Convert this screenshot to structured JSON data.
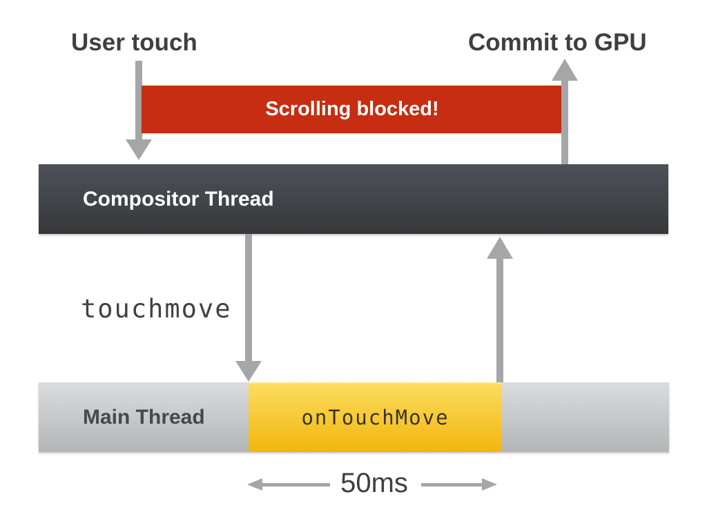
{
  "diagram": {
    "user_touch_label": "User touch",
    "commit_gpu_label": "Commit to GPU",
    "blocked_banner_label": "Scrolling blocked!",
    "compositor_bar_label": "Compositor Thread",
    "touchmove_label": "touchmove",
    "main_bar_label": "Main Thread",
    "busy_segment_label": "onTouchMove",
    "duration_label": "50ms"
  },
  "colors": {
    "background": "#ffffff",
    "banner_red": "#c62d11",
    "banner_text": "#ffffff",
    "compositor_top": "#4d5158",
    "compositor_bottom": "#36383a",
    "compositor_text": "#ffffff",
    "main_top": "#dbdcde",
    "main_bottom": "#b3b5b7",
    "busy_top": "#fcdd60",
    "busy_bottom": "#f1b60d",
    "arrow_gray": "#a5a6a8",
    "text_dark": "#3c4043",
    "mono_text": "#414141",
    "busy_text": "#3a3327"
  }
}
